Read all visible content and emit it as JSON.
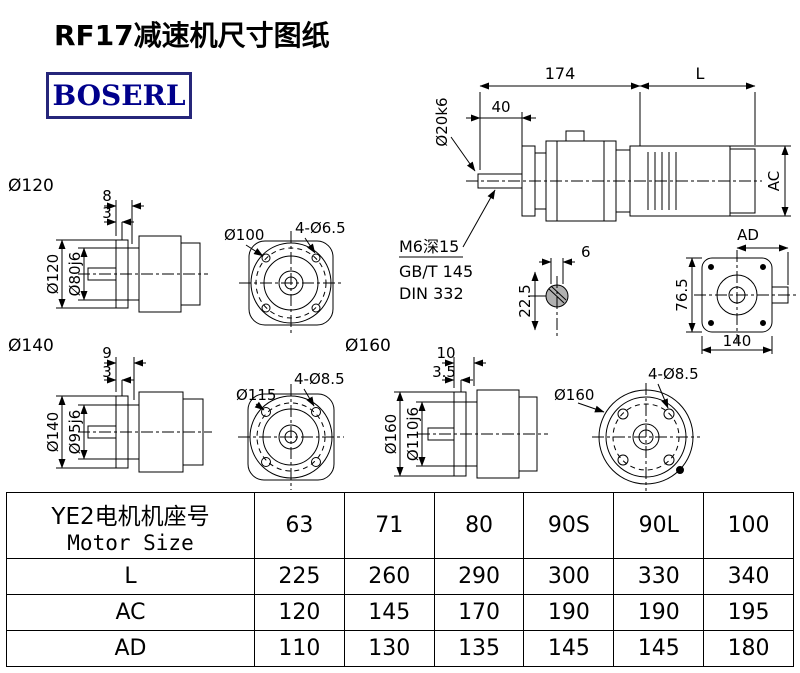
{
  "page": {
    "title": "RF17减速机尺寸图纸",
    "logo_text": "BOSERL"
  },
  "colors": {
    "line": "#000000",
    "logo_border": "#26267a",
    "logo_text": "#00008b",
    "background": "#ffffff"
  },
  "annotations": {
    "main": {
      "len_174": "174",
      "len_L": "L",
      "len_40": "40",
      "shaft_dia": "Ø20k6",
      "dim_AC": "AC",
      "dim_AD": "AD",
      "tap": "M6深15",
      "std_gb": "GB/T 145",
      "std_din": "DIN 332",
      "key_width": "6",
      "key_depth": "22.5",
      "rear_height": "76.5",
      "rear_width": "140"
    },
    "v120": {
      "title": "Ø120",
      "step": "8",
      "lip": "3",
      "flange_dia": "Ø120",
      "spigot_dia": "Ø80j6",
      "holes": "4-Ø6.5",
      "bolt_circle": "Ø100"
    },
    "v140": {
      "title": "Ø140",
      "step": "9",
      "lip": "3",
      "flange_dia": "Ø140",
      "spigot_dia": "Ø95j6",
      "holes": "4-Ø8.5",
      "bolt_circle": "Ø115"
    },
    "v160": {
      "title": "Ø160",
      "step": "10",
      "lip": "3.5",
      "flange_dia": "Ø160",
      "spigot_dia": "Ø110j6",
      "holes": "4-Ø8.5",
      "outer_dia": "Ø160"
    }
  },
  "table": {
    "header_cn": "YE2电机机座号",
    "header_en": "Motor Size",
    "sizes": [
      "63",
      "71",
      "80",
      "90S",
      "90L",
      "100"
    ],
    "rows": [
      {
        "label": "L",
        "values": [
          "225",
          "260",
          "290",
          "300",
          "330",
          "340"
        ]
      },
      {
        "label": "AC",
        "values": [
          "120",
          "145",
          "170",
          "190",
          "190",
          "195"
        ]
      },
      {
        "label": "AD",
        "values": [
          "110",
          "130",
          "135",
          "145",
          "145",
          "180"
        ]
      }
    ]
  }
}
